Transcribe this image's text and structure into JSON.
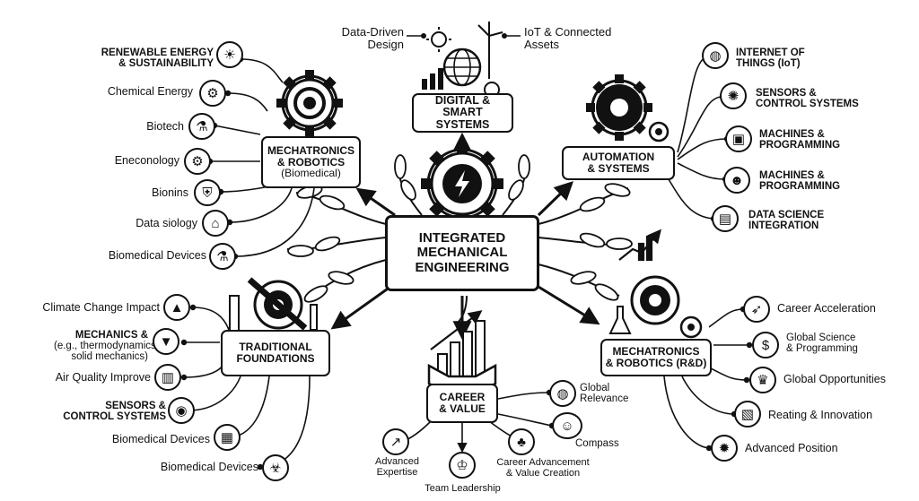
{
  "center": {
    "title_l1": "INTEGRATED",
    "title_l2": "MECHANICAL",
    "title_l3": "ENGINEERING"
  },
  "digital": {
    "title_l1": "DIGITAL & SMART",
    "title_l2": "SYSTEMS",
    "left_l1": "Data-Driven",
    "left_l2": "Design",
    "right_l1": "IoT & Connected",
    "right_l2": "Assets"
  },
  "mech_bio": {
    "title_l1": "MECHATRONICS",
    "title_l2": "& ROBOTICS",
    "subtitle": "(Biomedical)",
    "items": [
      {
        "l1": "RENEWABLE ENERGY",
        "l2": "& SUSTAINABILITY",
        "icon": "solar-icon"
      },
      {
        "l1": "Chemical Energy",
        "icon": "wind-turbine-icon"
      },
      {
        "l1": "Biotech",
        "icon": "flask-icon"
      },
      {
        "l1": "Eneconology",
        "icon": "cog-icon"
      },
      {
        "l1": "Bionins",
        "icon": "shield-icon"
      },
      {
        "l1": "Data siology",
        "icon": "building-icon"
      },
      {
        "l1": "Biomedical Devices",
        "icon": "beaker-icon"
      }
    ]
  },
  "automation": {
    "title_l1": "AUTOMATION",
    "title_l2": "& SYSTEMS",
    "items": [
      {
        "l1": "INTERNET OF",
        "l2": "THINGS (IoT)",
        "icon": "globe-icon"
      },
      {
        "l1": "SENSORS &",
        "l2": "CONTROL SYSTEMS",
        "icon": "sensor-icon"
      },
      {
        "l1": "MACHINES &",
        "l2": "PROGRAMMING",
        "icon": "toolbox-icon"
      },
      {
        "l1": "MACHINES &",
        "l2": "PROGRAMMING",
        "icon": "engineer-icon"
      },
      {
        "l1": "DATA SCIENCE",
        "l2": "INTEGRATION",
        "icon": "dashboard-icon"
      }
    ]
  },
  "traditional": {
    "title_l1": "TRADITIONAL",
    "title_l2": "FOUNDATIONS",
    "items": [
      {
        "l1": "Climate Change Impact",
        "icon": "mountain-icon"
      },
      {
        "l1": "MECHANICS &",
        "l2": "(e.g., thermodynamics,",
        "l3": "solid mechanics)",
        "icon": "funnel-icon"
      },
      {
        "l1": "Air Quality Improve",
        "icon": "city-icon"
      },
      {
        "l1": "SENSORS &",
        "l2": "CONTROL SYSTEMS",
        "icon": "sensor-icon"
      },
      {
        "l1": "Biomedical Devices",
        "icon": "chip-icon"
      },
      {
        "l1": "Biomedical Devices",
        "icon": "biohazard-icon"
      }
    ]
  },
  "mech_rd": {
    "title_l1": "MECHATRONICS",
    "title_l2": "& ROBOTICS (R&D)",
    "items": [
      {
        "l1": "Career Acceleration",
        "icon": "rocket-icon"
      },
      {
        "l1": "Global Science",
        "l2": "& Programming",
        "icon": "dollar-icon"
      },
      {
        "l1": "Global Opportunities",
        "icon": "trophy-icon"
      },
      {
        "l1": "Reating & Innovation",
        "icon": "certificate-icon"
      },
      {
        "l1": "Advanced Position",
        "icon": "lightbulb-icon"
      }
    ]
  },
  "career": {
    "title_l1": "CAREER",
    "title_l2": "& VALUE",
    "global_l1": "Global",
    "global_l2": "Relevance",
    "compass": "Compass",
    "expertise_l1": "Advanced",
    "expertise_l2": "Expertise",
    "advancement_l1": "Career Advancement",
    "advancement_l2": "& Value Creation",
    "leadership": "Team Leadership"
  }
}
